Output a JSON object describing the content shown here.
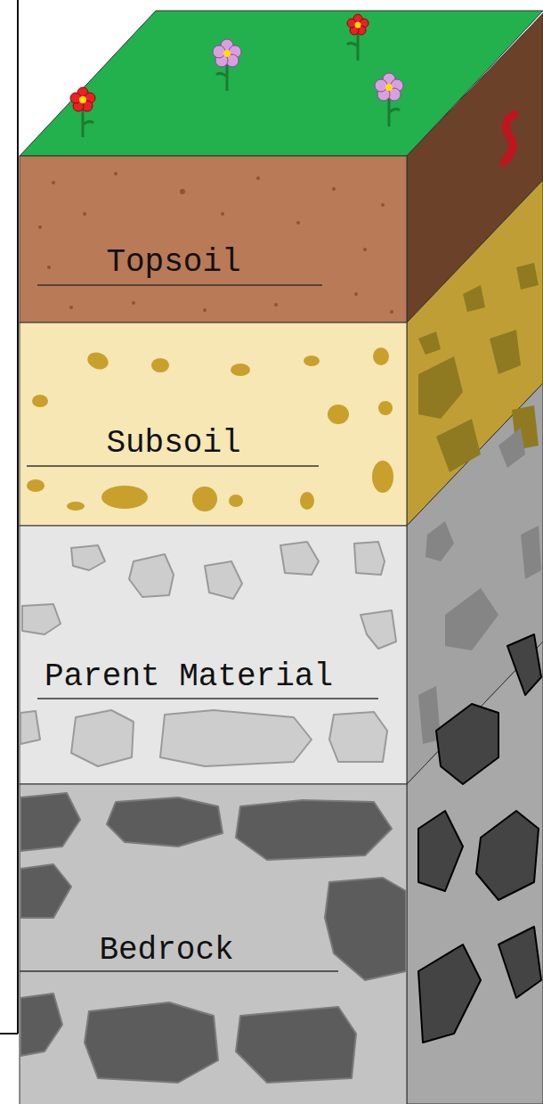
{
  "diagram": {
    "nodes": [
      {
        "text": [
          "Topsoil"
        ]
      },
      {
        "text": [
          "Subsoil"
        ]
      },
      {
        "text": [
          "Parent Material"
        ]
      },
      {
        "text": [
          "Bedrock"
        ]
      }
    ]
  }
}
